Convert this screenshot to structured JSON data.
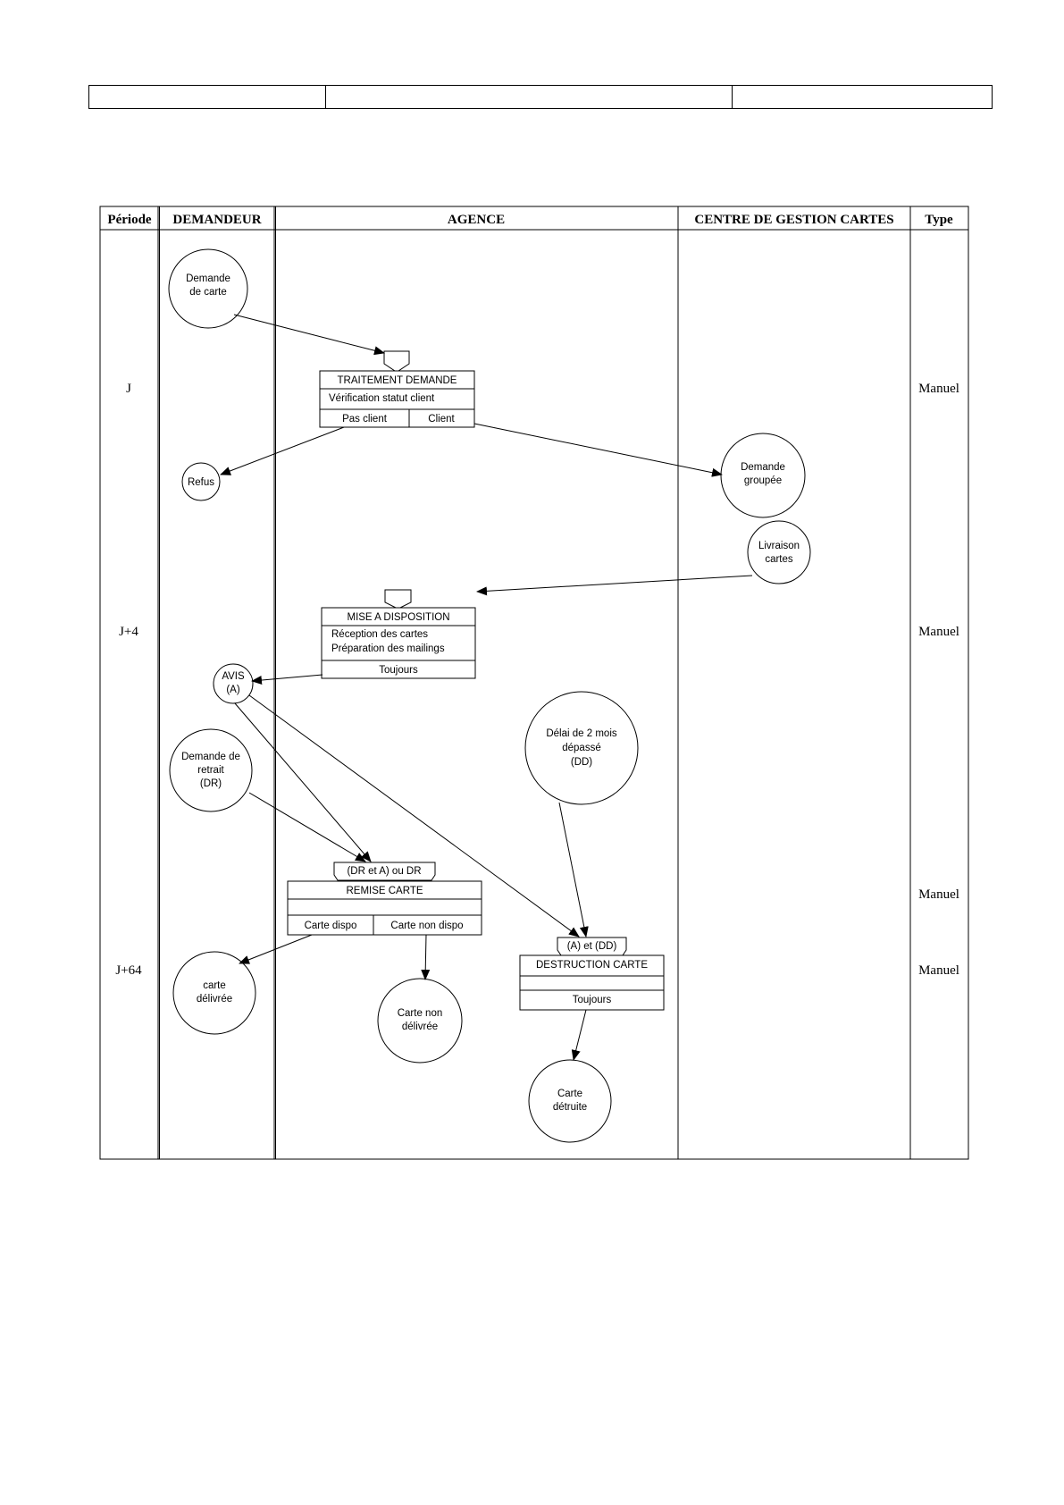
{
  "columns": {
    "periode": "Période",
    "demandeur": "DEMANDEUR",
    "agence": "AGENCE",
    "centre": "CENTRE DE GESTION CARTES",
    "type": "Type"
  },
  "periods": [
    {
      "label": "J"
    },
    {
      "label": "J+4"
    },
    {
      "label": "J+64"
    }
  ],
  "types": [
    {
      "label": "Manuel"
    },
    {
      "label": "Manuel"
    },
    {
      "label": "Manuel"
    },
    {
      "label": "Manuel"
    }
  ],
  "events": {
    "demande_carte": [
      "Demande",
      "de carte"
    ],
    "refus": [
      "Refus"
    ],
    "demande_groupee": [
      "Demande",
      "groupée"
    ],
    "livraison_cartes": [
      "Livraison",
      "cartes"
    ],
    "avis": [
      "AVIS",
      "(A)"
    ],
    "demande_retrait": [
      "Demande de",
      "retrait",
      "(DR)"
    ],
    "delai": [
      "Délai de 2 mois",
      "dépassé",
      "(DD)"
    ],
    "carte_delivree": [
      "carte",
      "délivrée"
    ],
    "carte_non_delivree": [
      "Carte non",
      "délivrée"
    ],
    "carte_detruite": [
      "Carte",
      "détruite"
    ]
  },
  "operations": {
    "traitement": {
      "title": "TRAITEMENT DEMANDE",
      "tasks": [
        "Vérification statut client"
      ],
      "outputs": [
        "Pas client",
        "Client"
      ]
    },
    "mise_disposition": {
      "title": "MISE A DISPOSITION",
      "tasks": [
        "Réception des cartes",
        "Préparation des mailings"
      ],
      "outputs": [
        "Toujours"
      ]
    },
    "remise": {
      "sync": "(DR et A) ou DR",
      "title": "REMISE CARTE",
      "outputs": [
        "Carte dispo",
        "Carte non dispo"
      ]
    },
    "destruction": {
      "sync": "(A) et (DD)",
      "title": "DESTRUCTION CARTE",
      "outputs": [
        "Toujours"
      ]
    }
  }
}
